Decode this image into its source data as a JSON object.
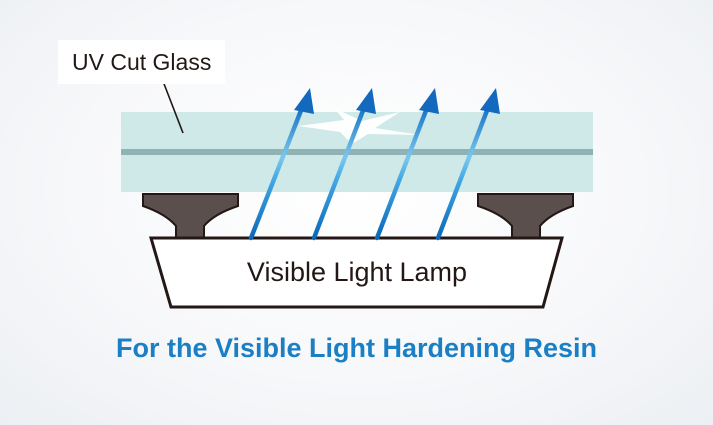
{
  "diagram": {
    "glass_label": "UV Cut Glass",
    "lamp_label": "Visible Light Lamp",
    "caption": "For the Visible Light Hardening Resin",
    "colors": {
      "glass": "#cfe8e8",
      "glass_line": "#8fb2b4",
      "lamp_outline": "#231815",
      "mount": "#5b4f4d",
      "ray_dark": "#0c68b9",
      "ray_light": "#4fb1e6",
      "caption": "#1a7fc4"
    },
    "icons": [
      "uv-cut-glass",
      "glass-mount",
      "visible-light-lamp",
      "light-ray-arrow"
    ]
  }
}
